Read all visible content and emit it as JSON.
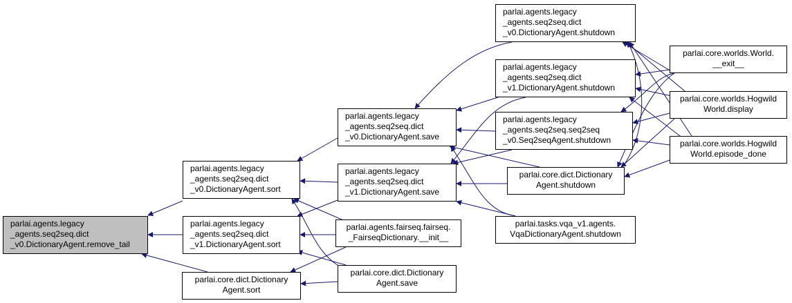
{
  "graph": {
    "edge_color": "#191970",
    "root_fill": "#bfbfbf",
    "nodes": {
      "remove_tail": [
        "parlai.agents.legacy",
        "_agents.seq2seq.dict",
        "_v0.DictionaryAgent.remove_tail"
      ],
      "v0_sort": [
        "parlai.agents.legacy",
        "_agents.seq2seq.dict",
        "_v0.DictionaryAgent.sort"
      ],
      "v1_sort": [
        "parlai.agents.legacy",
        "_agents.seq2seq.dict",
        "_v1.DictionaryAgent.sort"
      ],
      "core_sort": [
        "parlai.core.dict.Dictionary",
        "Agent.sort"
      ],
      "v0_save": [
        "parlai.agents.legacy",
        "_agents.seq2seq.dict",
        "_v0.DictionaryAgent.save"
      ],
      "v1_save": [
        "parlai.agents.legacy",
        "_agents.seq2seq.dict",
        "_v1.DictionaryAgent.save"
      ],
      "fairseq_init": [
        "parlai.agents.fairseq.fairseq.",
        "_FairseqDictionary.__init__"
      ],
      "core_save": [
        "parlai.core.dict.Dictionary",
        "Agent.save"
      ],
      "v0_shutdown": [
        "parlai.agents.legacy",
        "_agents.seq2seq.dict",
        "_v0.DictionaryAgent.shutdown"
      ],
      "v1_shutdown": [
        "parlai.agents.legacy",
        "_agents.seq2seq.dict",
        "_v1.DictionaryAgent.shutdown"
      ],
      "s2s_shutdown": [
        "parlai.agents.legacy",
        "_agents.seq2seq.seq2seq",
        "_v0.Seq2seqAgent.shutdown"
      ],
      "core_shutdown": [
        "parlai.core.dict.Dictionary",
        "Agent.shutdown"
      ],
      "vqa_shutdown": [
        "parlai.tasks.vqa_v1.agents.",
        "VqaDictionaryAgent.shutdown"
      ],
      "world_exit": [
        "parlai.core.worlds.World.",
        "__exit__"
      ],
      "hogwild_display": [
        "parlai.core.worlds.Hogwild",
        "World.display"
      ],
      "hogwild_episode": [
        "parlai.core.worlds.Hogwild",
        "World.episode_done"
      ]
    }
  }
}
